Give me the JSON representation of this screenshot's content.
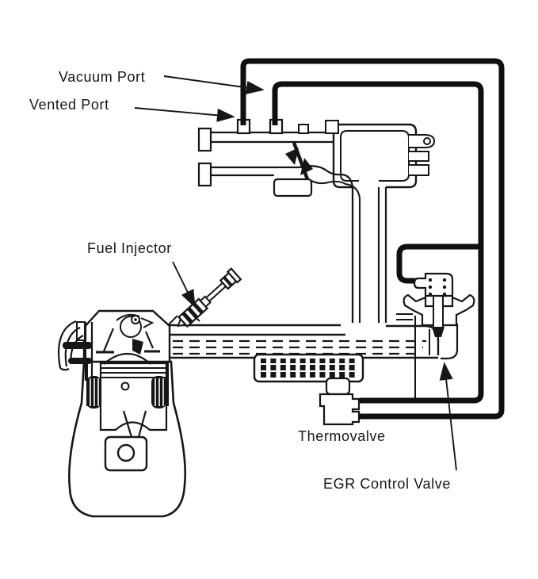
{
  "labels": {
    "vacuum_port": "Vacuum Port",
    "vented_port": "Vented Port",
    "fuel_injector": "Fuel Injector",
    "thermovalve": "Thermovalve",
    "egr_control_valve": "EGR Control Valve"
  },
  "colors": {
    "line": "#161616",
    "hose": "#0f0f0f",
    "background": "#ffffff"
  }
}
